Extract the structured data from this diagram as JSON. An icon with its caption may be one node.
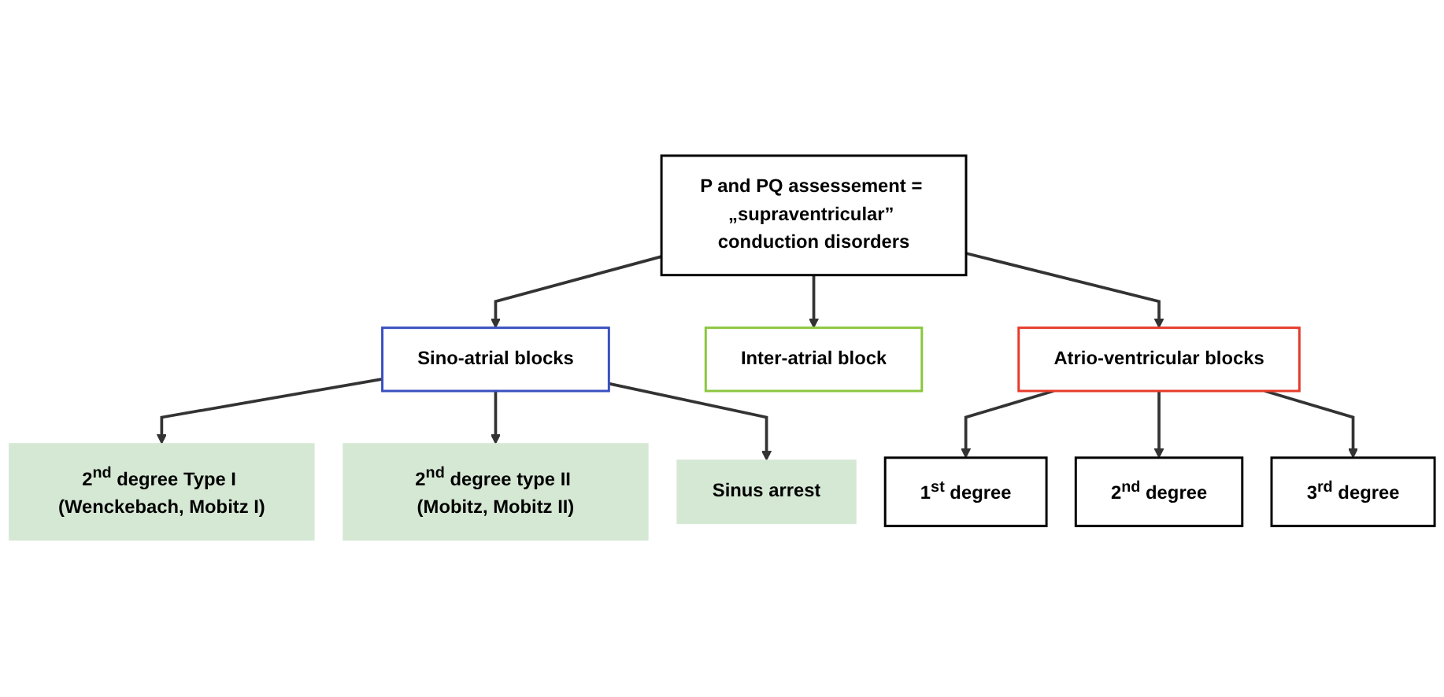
{
  "diagram": {
    "nodes": [
      {
        "text": [
          "P and PQ assessement = „supraventricular” conduction disorders"
        ]
      },
      {
        "text": [
          "Sino-atrial blocks"
        ]
      },
      {
        "text": [
          "Inter-atrial block"
        ]
      },
      {
        "text": [
          "Atrio-ventricular blocks"
        ]
      },
      {
        "text": [
          "2$^{nd}$ degree Type I (Wenckebach, Mobitz I)"
        ]
      },
      {
        "text": [
          "2$^{nd}$ degree type II (Mobitz, Mobitz II)"
        ]
      },
      {
        "text": [
          "Sinus arrest"
        ]
      },
      {
        "text": [
          "1$^{st}$ degree"
        ]
      },
      {
        "text": [
          "2$^{nd}$ degree"
        ]
      },
      {
        "text": [
          "3$^{rd}$ degree"
        ]
      }
    ],
    "edges": [
      {
        "from": 0,
        "to": 1,
        "arrow": "to"
      },
      {
        "from": 0,
        "to": 2,
        "arrow": "to"
      },
      {
        "from": 0,
        "to": 3,
        "arrow": "to"
      },
      {
        "from": 1,
        "to": 4,
        "arrow": "to"
      },
      {
        "from": 1,
        "to": 5,
        "arrow": "to"
      },
      {
        "from": 1,
        "to": 6,
        "arrow": "to"
      },
      {
        "from": 3,
        "to": 7,
        "arrow": "to"
      },
      {
        "from": 3,
        "to": 8,
        "arrow": "to"
      },
      {
        "from": 3,
        "to": 9,
        "arrow": "to"
      }
    ]
  }
}
